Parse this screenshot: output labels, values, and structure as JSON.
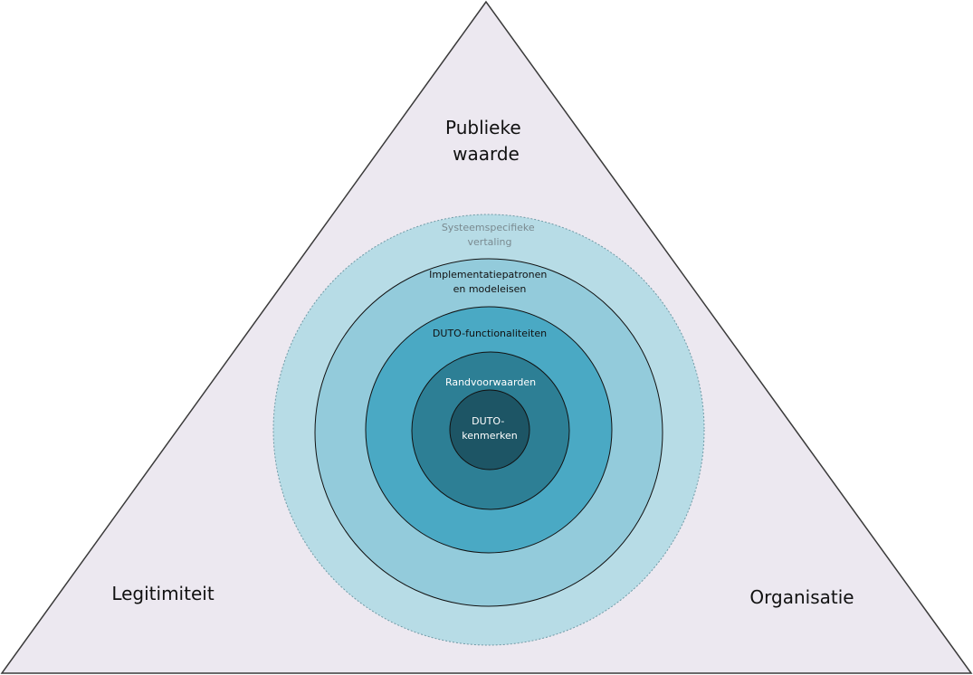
{
  "diagram": {
    "corners": {
      "top": [
        "Publieke",
        "waarde"
      ],
      "left": "Legitimiteit",
      "right": "Organisatie"
    },
    "rings": [
      {
        "lines": [
          "Systeemspecifieke",
          "vertaling"
        ],
        "fill": "#b7dce6",
        "text_color": "#7a8a90"
      },
      {
        "lines": [
          "Implementatiepatronen",
          "en modeleisen"
        ],
        "fill": "#93cbdb",
        "text_color": "#111111"
      },
      {
        "lines": [
          "DUTO-functionaliteiten"
        ],
        "fill": "#4aa9c4",
        "text_color": "#111111"
      },
      {
        "lines": [
          "Randvoorwaarden"
        ],
        "fill": "#2d7f95",
        "text_color": "#ffffff"
      },
      {
        "lines": [
          "DUTO-",
          "kenmerken"
        ],
        "fill": "#1d5565",
        "text_color": "#ffffff"
      }
    ],
    "colors": {
      "triangle_fill": "#ece8f0",
      "triangle_stroke": "#3a3a3a"
    }
  }
}
